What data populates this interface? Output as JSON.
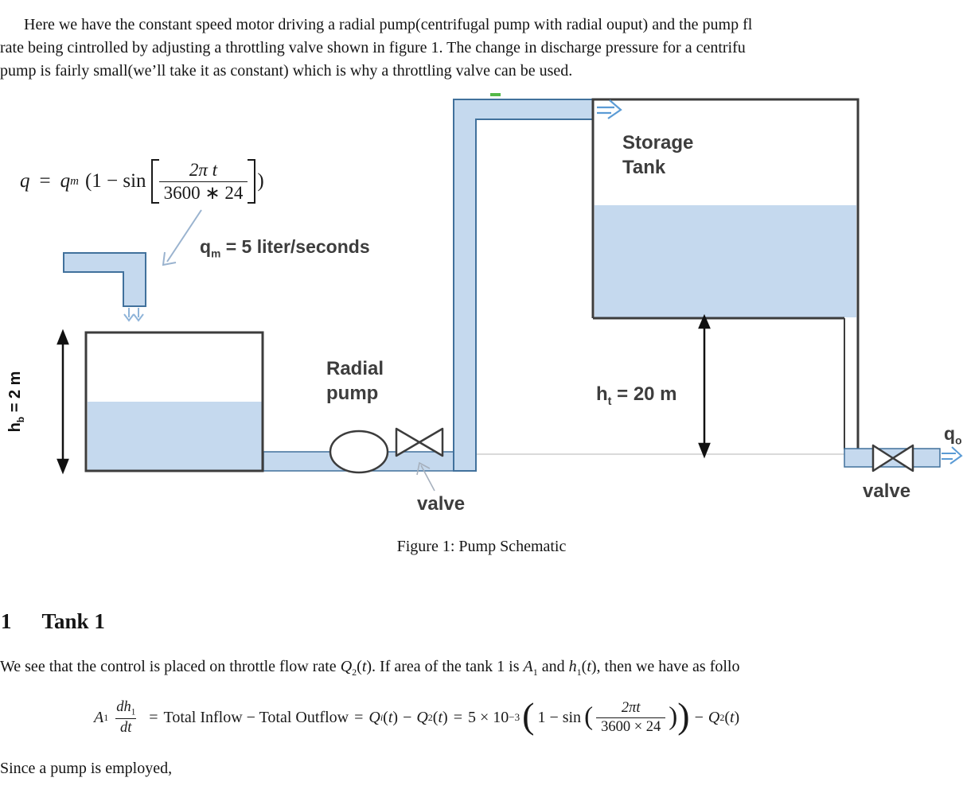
{
  "intro": {
    "lines": [
      "Here we have the constant speed motor driving a radial pump(centrifugal pump with radial ouput) and the pump fl",
      "rate being cintrolled by adjusting a throttling valve shown in figure 1. The change in discharge pressure for a centrifu",
      "pump is fairly small(we’ll take it as constant) which is why a throttling valve can be used."
    ]
  },
  "figure": {
    "formula": {
      "q": "q",
      "equals": "=",
      "qm_base": "q",
      "qm_sub": "m",
      "open_group": "(1 − sin",
      "frac_num": "2π t",
      "frac_den": "3600 ∗ 24",
      "close_group": ")"
    },
    "qm_note": {
      "base": "q",
      "sub": "m",
      "rest": " = 5 liter/seconds"
    },
    "labels": {
      "storage_line1": "Storage",
      "storage_line2": "Tank",
      "radial_line1": "Radial",
      "radial_line2": "pump",
      "ht_base": "h",
      "ht_sub": "t",
      "ht_rest": " = 20 m",
      "hb_base": "h",
      "hb_sub": "b",
      "hb_rest": " = 2 m",
      "valve_left": "valve",
      "valve_right": "valve",
      "qo_base": "q",
      "qo_sub": "o"
    },
    "caption": "Figure 1: Pump Schematic"
  },
  "section": {
    "number": "1",
    "title": "Tank 1"
  },
  "body": {
    "p1": {
      "t1": "We see that the control is placed on throttle flow rate ",
      "Q": "Q",
      "Q2_sub": "2",
      "paren_open": "(",
      "t_var": "t",
      "paren_close": ")",
      "t2": ". If area of the tank 1 is ",
      "A": "A",
      "A_sub": "1",
      "t3": " and ",
      "h": "h",
      "h_sub": "1",
      "t4": ", then we have as follo"
    },
    "equation": {
      "A": "A",
      "A_sub": "1",
      "f1_num_base": "dh",
      "f1_num_sub": "1",
      "f1_den": "dt",
      "eq": "=",
      "total": "Total Inflow − Total Outflow",
      "Q": "Q",
      "Qi_sub": "i",
      "Q2_sub": "2",
      "paren_open": "(",
      "paren_close": ")",
      "t_var": "t",
      "minus": "−",
      "coeff": "5 × 10",
      "coeff_sup": "−3",
      "one_minus_sin": "1 − sin",
      "f2_num": "2πt",
      "f2_den": "3600 × 24"
    },
    "closing": "Since a pump is employed,"
  }
}
